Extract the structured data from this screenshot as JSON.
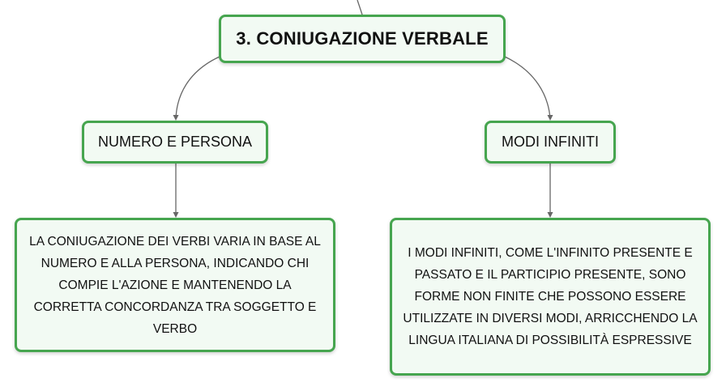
{
  "diagram": {
    "root": {
      "label": "3. CONIUGAZIONE VERBALE"
    },
    "branches": [
      {
        "label": "NUMERO E PERSONA",
        "description": "LA CONIUGAZIONE DEI VERBI VARIA IN BASE AL NUMERO E ALLA PERSONA, INDICANDO CHI COMPIE L'AZIONE E MANTENENDO LA CORRETTA CONCORDANZA TRA SOGGETTO E VERBO"
      },
      {
        "label": "MODI INFINITI",
        "description": "I MODI INFINITI, COME L'INFINITO PRESENTE E PASSATO E IL PARTICIPIO PRESENTE, SONO FORME NON FINITE CHE POSSONO ESSERE UTILIZZATE IN DIVERSI MODI, ARRICCHENDO LA LINGUA ITALIANA DI POSSIBILITÀ ESPRESSIVE"
      }
    ]
  },
  "colors": {
    "node_border": "#46a54f",
    "node_fill": "#f2faf3",
    "connector": "#666666",
    "text": "#111111"
  }
}
